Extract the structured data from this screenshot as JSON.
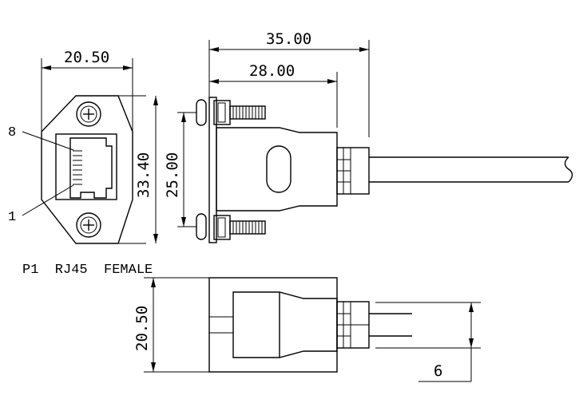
{
  "dimensions": {
    "overall_length": "35.00",
    "body_length": "28.00",
    "panel_width": "20.50",
    "panel_height": "33.40",
    "screw_pitch": "25.00",
    "side_height": "20.50",
    "cable_spacing": "6"
  },
  "labels": {
    "pin_top": "8",
    "pin_bottom": "1",
    "caption": "P1  RJ45  FEMALE"
  }
}
